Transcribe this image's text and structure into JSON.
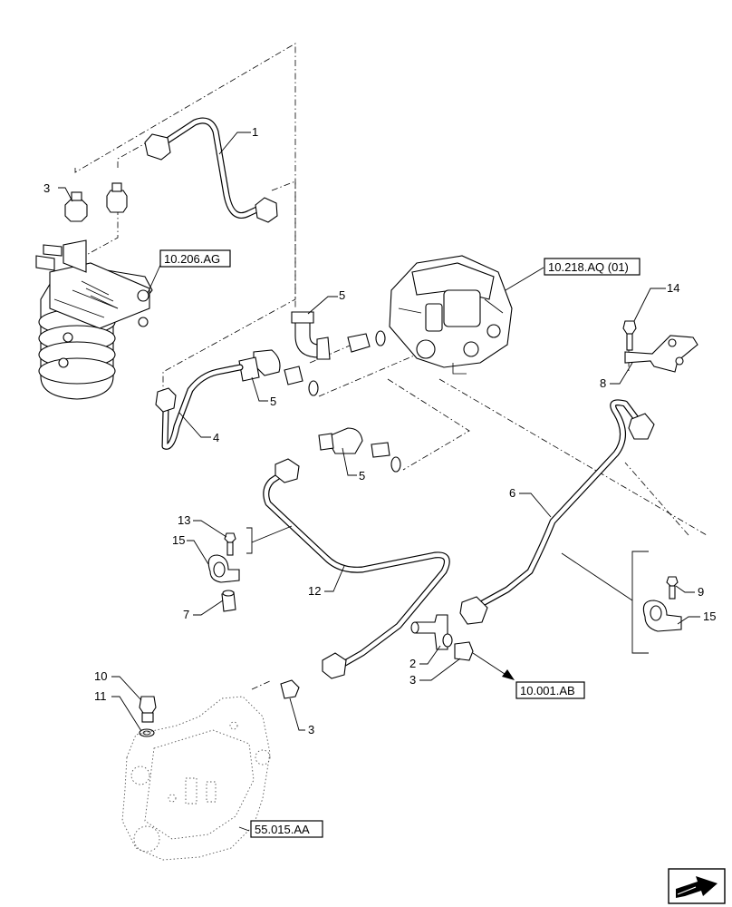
{
  "diagram": {
    "callouts": [
      {
        "id": "c1",
        "text": "1"
      },
      {
        "id": "c3a",
        "text": "3"
      },
      {
        "id": "c5a",
        "text": "5"
      },
      {
        "id": "c5b",
        "text": "5"
      },
      {
        "id": "c4",
        "text": "4"
      },
      {
        "id": "c5c",
        "text": "5"
      },
      {
        "id": "c14",
        "text": "14"
      },
      {
        "id": "c8",
        "text": "8"
      },
      {
        "id": "c6",
        "text": "6"
      },
      {
        "id": "c13",
        "text": "13"
      },
      {
        "id": "c15a",
        "text": "15"
      },
      {
        "id": "c7",
        "text": "7"
      },
      {
        "id": "c12",
        "text": "12"
      },
      {
        "id": "c9",
        "text": "9"
      },
      {
        "id": "c15b",
        "text": "15"
      },
      {
        "id": "c2",
        "text": "2"
      },
      {
        "id": "c3b",
        "text": "3"
      },
      {
        "id": "c10",
        "text": "10"
      },
      {
        "id": "c11",
        "text": "11"
      },
      {
        "id": "c3c",
        "text": "3"
      }
    ],
    "references": [
      {
        "id": "r1",
        "text": "10.206.AG"
      },
      {
        "id": "r2",
        "text": "10.218.AQ (01)"
      },
      {
        "id": "r3",
        "text": "10.001.AB"
      },
      {
        "id": "r4",
        "text": "55.015.AA"
      }
    ]
  },
  "icons": {
    "nav_arrow": "next-page-arrow-icon"
  }
}
